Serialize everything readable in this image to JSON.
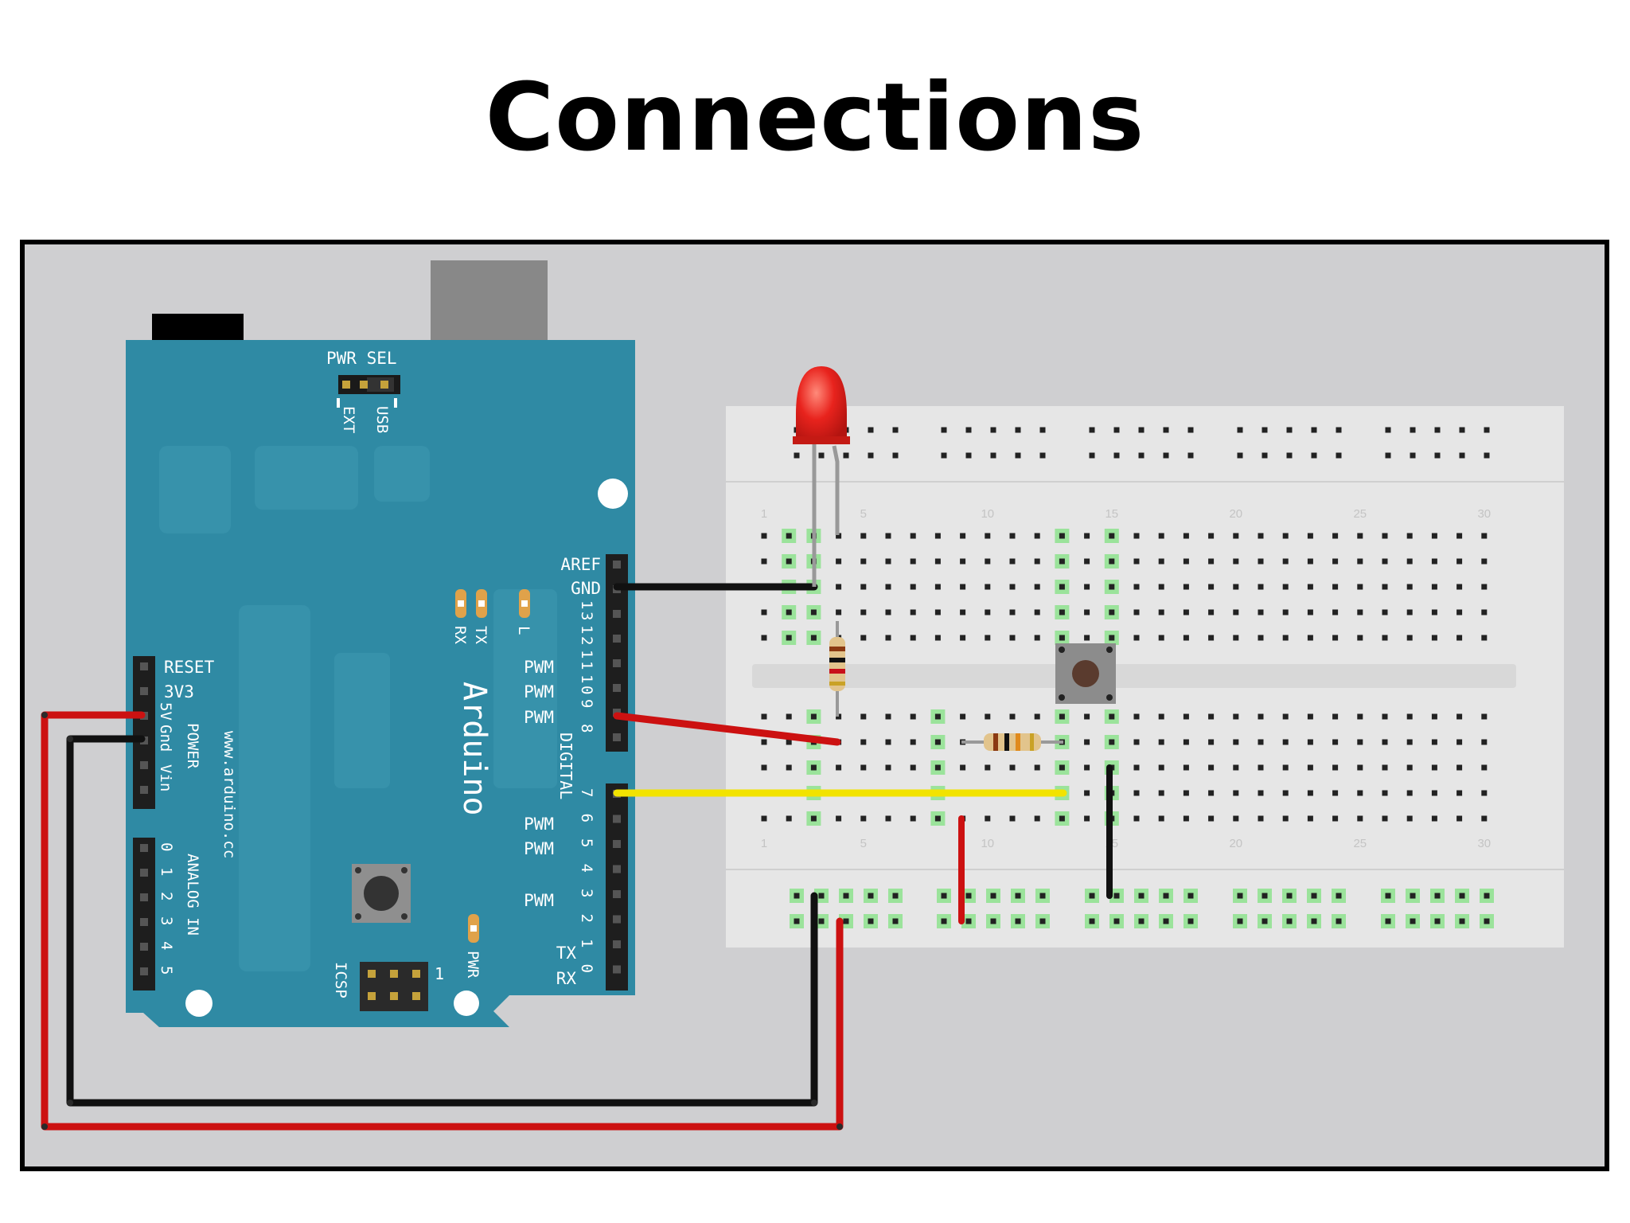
{
  "slide": {
    "title": "Connections"
  },
  "arduino": {
    "brand": "Arduino",
    "website": "www.arduino.cc",
    "pwr_sel": "PWR SEL",
    "ext": "EXT",
    "usb": "USB",
    "aref": "AREF",
    "gnd": "GND",
    "digital": "DIGITAL",
    "pins_top": [
      "1",
      "1",
      "1",
      "1",
      "9",
      "8"
    ],
    "pins_top_sub": [
      "3",
      "2",
      "1",
      "0",
      "",
      ""
    ],
    "pins_bottom": [
      "7",
      "6",
      "5",
      "4",
      "3",
      "2",
      "1",
      "0"
    ],
    "pwm": "PWM",
    "tx_label": "TX",
    "rx_label": "RX",
    "tx": "TX",
    "rx": "RX",
    "l": "L",
    "pwr_led": "PWR",
    "icsp": "ICSP",
    "icsp_one": "1",
    "power_pins": [
      "RESET",
      "3V3",
      "5V",
      "Gnd",
      "Vin"
    ],
    "power_group": "POWER",
    "analog_group": "ANALOG IN",
    "analog_pins": [
      "0",
      "1",
      "2",
      "3",
      "4",
      "5"
    ]
  },
  "breadboard": {
    "column_numbers": [
      "1",
      "5",
      "10",
      "15",
      "20",
      "25",
      "30"
    ]
  },
  "colors": {
    "board": "#2f8aa4",
    "wire_red": "#cc1111",
    "wire_black": "#111111",
    "wire_yellow": "#f2e300",
    "panel_bg": "#cfcfd1",
    "breadboard": "#e6e6e6",
    "led": "#e8231d"
  }
}
